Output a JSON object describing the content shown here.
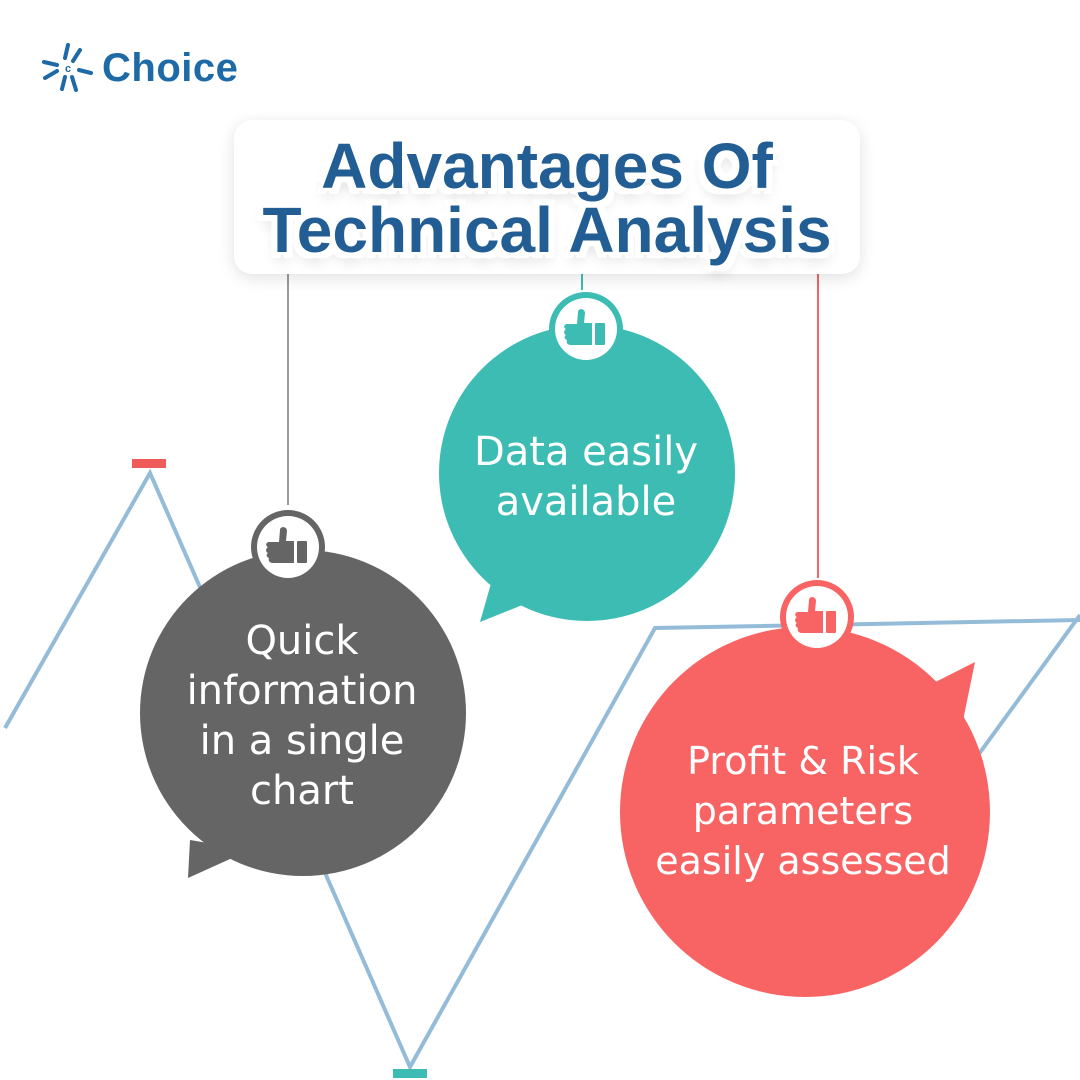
{
  "brand": {
    "logo_icon": "choice-starburst-icon",
    "name": "Choice",
    "color": "#1d6aa6"
  },
  "title": {
    "line1": "Advantages Of",
    "line2": "Technical Analysis",
    "color": "#225e93"
  },
  "advantages": [
    {
      "text": "Quick information in a single chart",
      "color": "#656565",
      "icon": "thumbs-up-icon"
    },
    {
      "text": "Data easily available",
      "color": "#3dbcb4",
      "icon": "thumbs-up-icon"
    },
    {
      "text": "Profit & Risk parameters easily assessed",
      "color": "#f86464",
      "icon": "thumbs-up-icon"
    }
  ],
  "decor": {
    "zigzag_line_color": "#94bcd8",
    "peak_marker_color": "#ef5a5a",
    "trough_marker_color": "#3dbcb4"
  }
}
